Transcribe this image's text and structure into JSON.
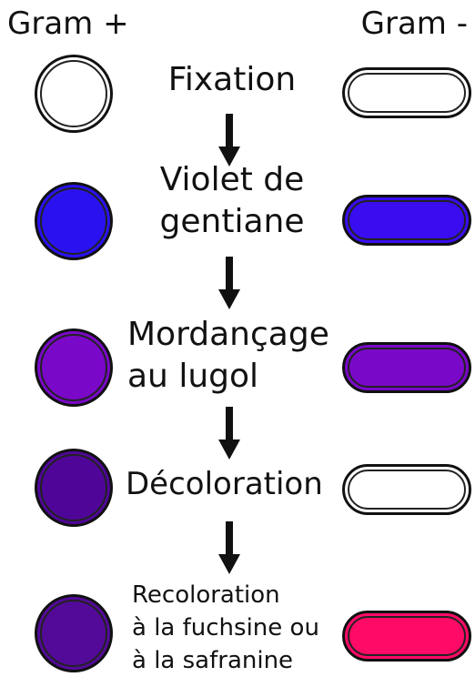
{
  "headers": {
    "gram_positive": "Gram +",
    "gram_negative": "Gram -"
  },
  "steps": [
    {
      "lines": [
        "Fixation"
      ],
      "gram_positive_color": "#ffffff",
      "gram_negative_color": "#ffffff"
    },
    {
      "lines": [
        "Violet de",
        "gentiane"
      ],
      "gram_positive_color": "#2a12f0",
      "gram_negative_color": "#3a0cf0"
    },
    {
      "lines": [
        "Mordançage",
        "au lugol"
      ],
      "gram_positive_color": "#7a08c9",
      "gram_negative_color": "#7a08c9"
    },
    {
      "lines": [
        "Décoloration"
      ],
      "gram_positive_color": "#4f0698",
      "gram_negative_color": "#ffffff"
    },
    {
      "lines": [
        "Recoloration",
        "à la fuchsine ou",
        "à la safranine"
      ],
      "gram_positive_color": "#530a99",
      "gram_negative_color": "#ff0a66"
    }
  ],
  "arrow_color": "#111111"
}
